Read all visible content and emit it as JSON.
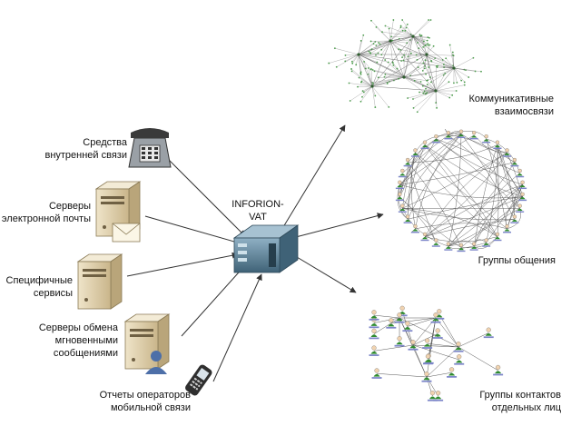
{
  "hub": {
    "label_lines": [
      "INFORION-",
      "VAT"
    ]
  },
  "sources": [
    {
      "id": "phone",
      "lines": [
        "Средства",
        "внутренней связи"
      ],
      "icon": "desk-phone-icon"
    },
    {
      "id": "mail",
      "lines": [
        "Серверы",
        "электронной почты"
      ],
      "icon": "mail-server-icon"
    },
    {
      "id": "special",
      "lines": [
        "Специфичные",
        "сервисы"
      ],
      "icon": "server-icon"
    },
    {
      "id": "im",
      "lines": [
        "Серверы обмена",
        "мгновенными",
        "сообщениями"
      ],
      "icon": "messenger-server-icon"
    },
    {
      "id": "mobile",
      "lines": [
        "Отчеты операторов",
        "мобильной связи"
      ],
      "icon": "mobile-phone-icon"
    }
  ],
  "outputs": [
    {
      "id": "comm",
      "lines": [
        "Коммуникативные",
        "взаимосвязи"
      ],
      "icon": "network-graph-icon"
    },
    {
      "id": "groups",
      "lines": [
        "Группы общения"
      ],
      "icon": "circular-graph-icon"
    },
    {
      "id": "contacts",
      "lines": [
        "Группы контактов",
        "отдельных лиц"
      ],
      "icon": "contact-graph-icon"
    }
  ],
  "colors": {
    "arrow": "#333333",
    "server_body": "#d9c9a3",
    "hub_body": "#5c7f95",
    "graph_green": "#4a9a4a",
    "person_green": "#2e8b2e",
    "name_label_blue": "#7d86c9"
  }
}
